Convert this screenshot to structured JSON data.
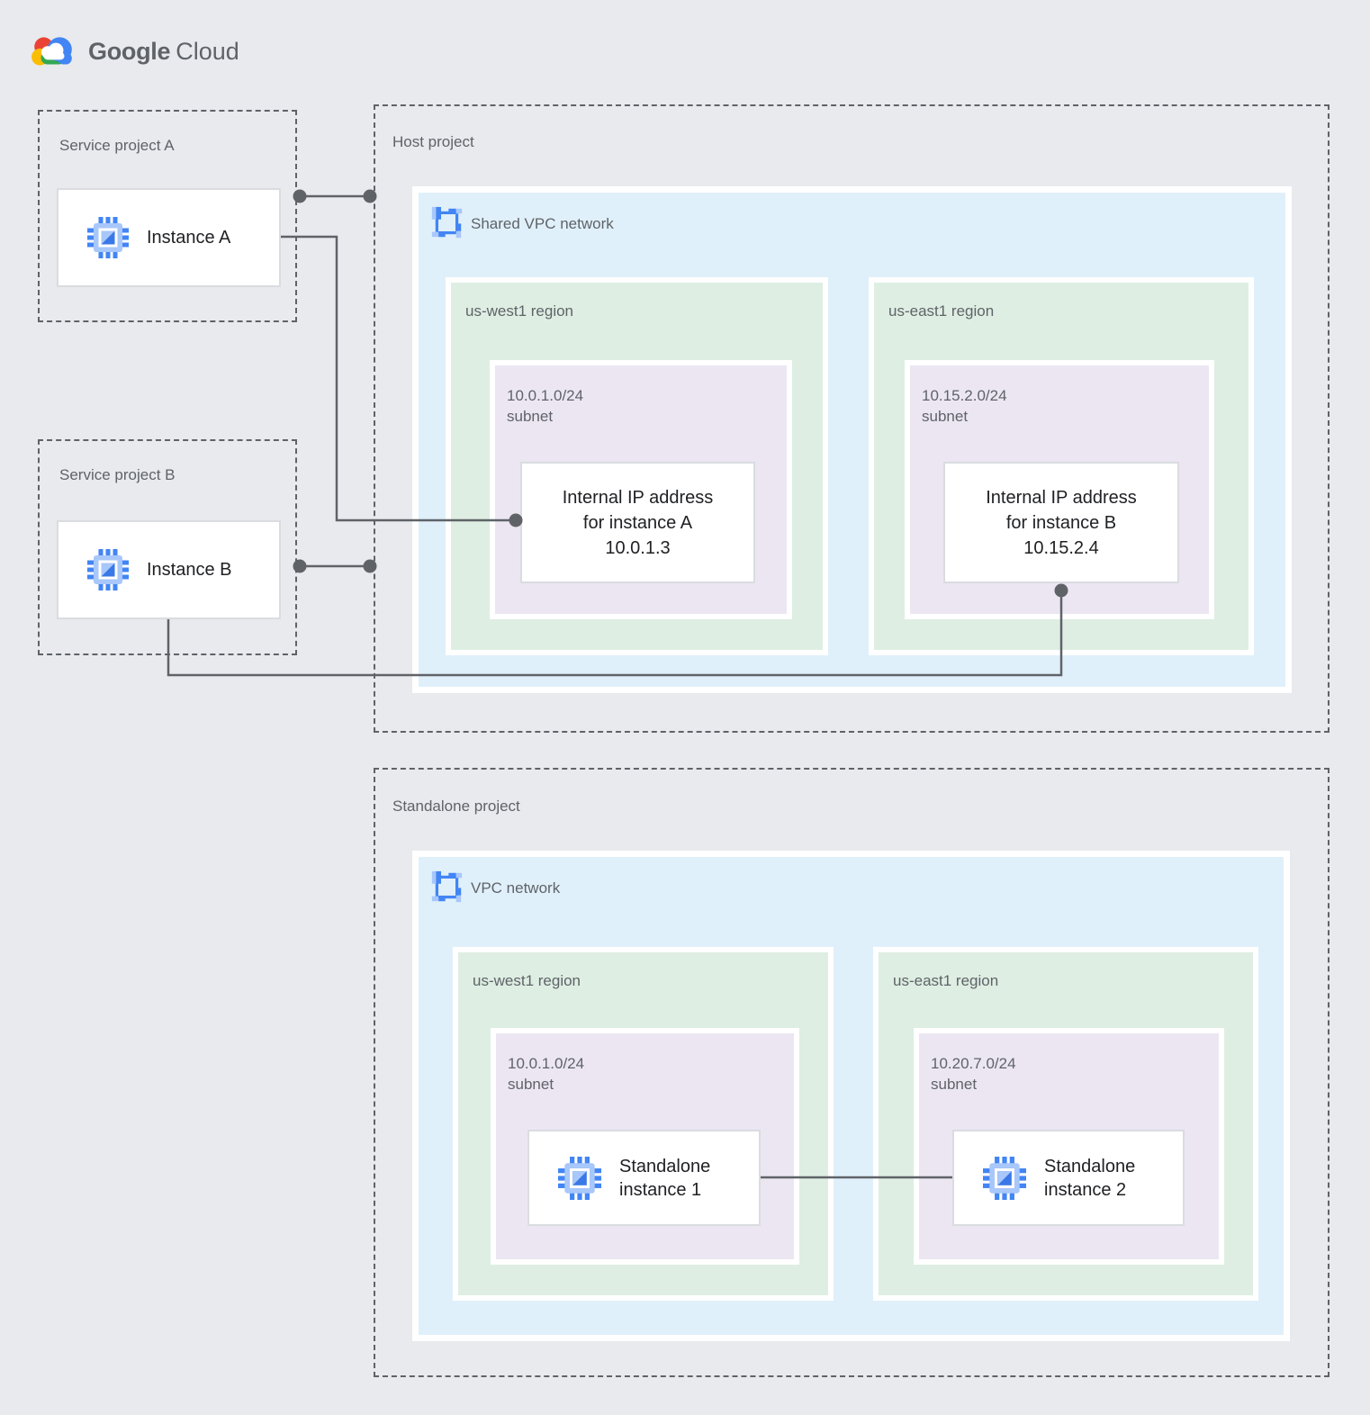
{
  "logo": {
    "google": "Google",
    "cloud": "Cloud"
  },
  "colors": {
    "background": "#E8EAED",
    "vpc_network_bg": "#E0F0FA",
    "region_bg": "#DEEEE3",
    "subnet_bg": "#ECE6F3",
    "connector_line": "#5F6368",
    "accent_blue": "#4285F4",
    "accent_light_blue": "#A8C7FA",
    "logo_red": "#EA4335",
    "logo_yellow": "#FBBC04",
    "logo_green": "#34A853",
    "logo_blue": "#4285F4"
  },
  "icons": {
    "logo": "google-cloud-logo",
    "network": "vpc-network-icon",
    "instance": "compute-instance-icon"
  },
  "service_project_a": {
    "label": "Service project A",
    "instance_label": "Instance A"
  },
  "service_project_b": {
    "label": "Service project B",
    "instance_label": "Instance B"
  },
  "host": {
    "label": "Host project",
    "network_label": "Shared VPC network",
    "regions": [
      {
        "label": "us-west1 region",
        "subnet_cidr": "10.0.1.0/24",
        "subnet_word": "subnet",
        "ip_card": {
          "line1": "Internal IP address",
          "line2": "for instance A",
          "line3": "10.0.1.3"
        }
      },
      {
        "label": "us-east1 region",
        "subnet_cidr": "10.15.2.0/24",
        "subnet_word": "subnet",
        "ip_card": {
          "line1": "Internal IP address",
          "line2": "for instance B",
          "line3": "10.15.2.4"
        }
      }
    ]
  },
  "standalone": {
    "label": "Standalone project",
    "network_label": "VPC network",
    "regions": [
      {
        "label": "us-west1 region",
        "subnet_cidr": "10.0.1.0/24",
        "subnet_word": "subnet",
        "instance": {
          "line1": "Standalone",
          "line2": "instance 1"
        }
      },
      {
        "label": "us-east1 region",
        "subnet_cidr": "10.20.7.0/24",
        "subnet_word": "subnet",
        "instance": {
          "line1": "Standalone",
          "line2": "instance 2"
        }
      }
    ]
  }
}
